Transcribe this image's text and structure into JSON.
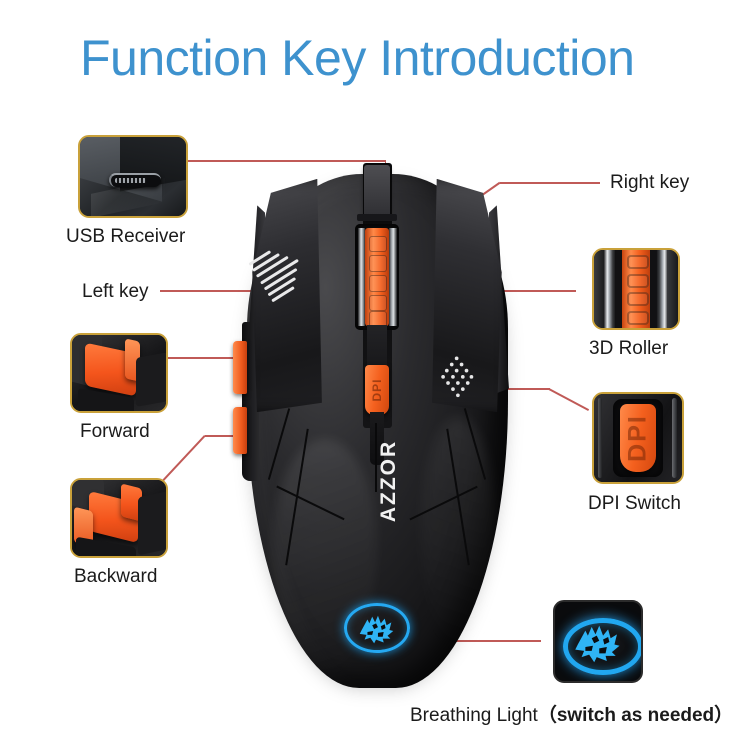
{
  "page": {
    "title": "Function Key Introduction",
    "title_color": "#3E92CE",
    "background": "#FFFFFF",
    "leader_line_color": "#C05A57",
    "leader_dot_color": "#EB2A19",
    "thumbnail_border_color": "#C9A13A",
    "accent_orange": "#F4601E",
    "glow_blue": "#25A9F2"
  },
  "product": {
    "brand": "AZZOR",
    "dpi_button_text": "DPI"
  },
  "callouts": [
    {
      "id": "usb-receiver",
      "label": "USB Receiver",
      "thumbnail": "usb-port-photo",
      "side": "left"
    },
    {
      "id": "left-key",
      "label": "Left key",
      "thumbnail": null,
      "side": "left"
    },
    {
      "id": "forward",
      "label": "Forward",
      "thumbnail": "orange-side-button",
      "side": "left"
    },
    {
      "id": "backward",
      "label": "Backward",
      "thumbnail": "orange-side-button",
      "side": "left"
    },
    {
      "id": "right-key",
      "label": "Right key",
      "thumbnail": null,
      "side": "right"
    },
    {
      "id": "3d-roller",
      "label": "3D Roller",
      "thumbnail": "orange-scroll-wheel",
      "side": "right"
    },
    {
      "id": "dpi-switch",
      "label": "DPI Switch",
      "thumbnail": "orange-dpi-button",
      "side": "right"
    }
  ],
  "breathing_light": {
    "label": "Breathing Light",
    "note": "（switch as needed）",
    "thumbnail": "blue-wolf-logo-glow"
  }
}
